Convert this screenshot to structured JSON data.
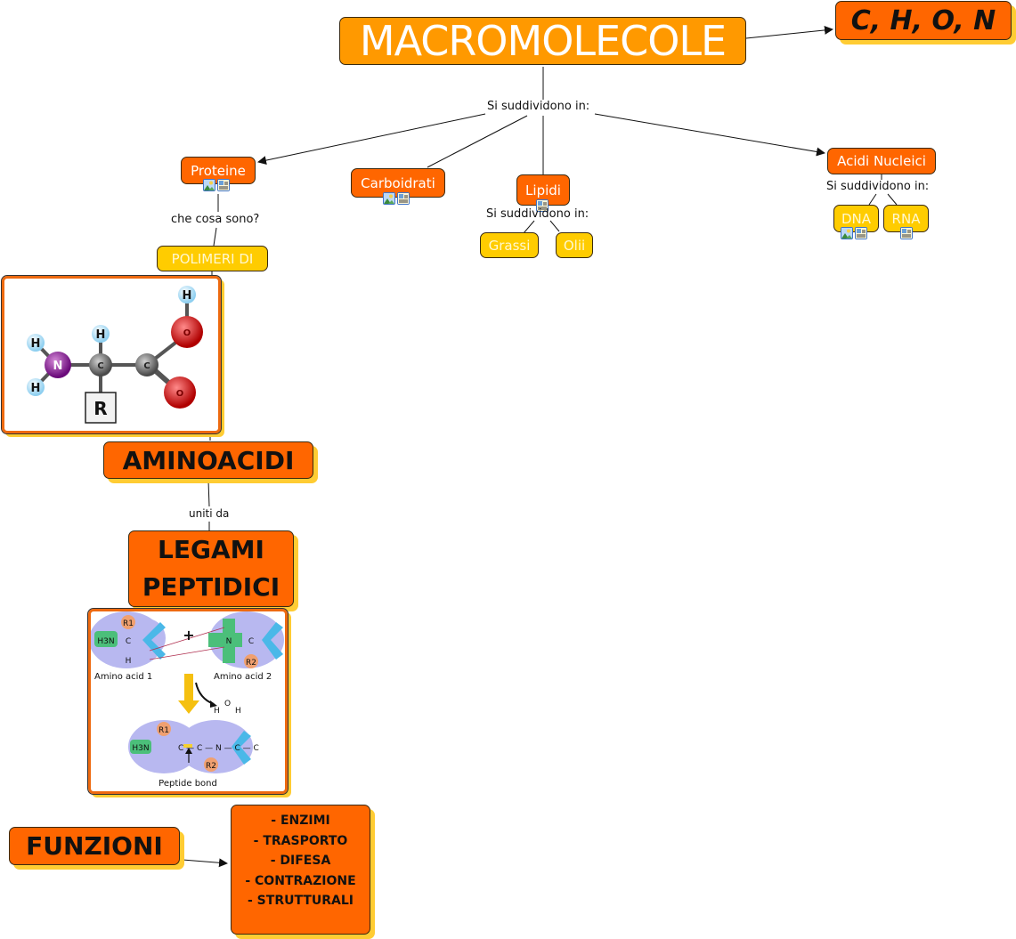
{
  "map": {
    "root": "MACROMOLECOLE",
    "elements": "C, H, O, N",
    "link_si_suddividono": "Si suddividono in:",
    "categories": {
      "proteine": "Proteine",
      "carboidrati": "Carboidrati",
      "lipidi": "Lipidi",
      "acidi_nucleici": "Acidi Nucleici"
    },
    "proteine_branch": {
      "link_che_cosa": "che cosa sono?",
      "polimeri": "POLIMERI DI",
      "aminoacidi": "AMINOACIDI",
      "link_uniti": "uniti da",
      "legami_line1": "LEGAMI",
      "legami_line2": "PEPTIDICI",
      "funzioni": "FUNZIONI",
      "funzioni_list": [
        "- ENZIMI",
        "- TRASPORTO",
        "- DIFESA",
        "- CONTRAZIONE",
        "- STRUTTURALI"
      ]
    },
    "lipidi_branch": {
      "link": "Si suddividono in:",
      "grassi": "Grassi",
      "olii": "Olii"
    },
    "acidi_branch": {
      "link": "Si suddividono in:",
      "dna": "DNA",
      "rna": "RNA"
    },
    "amino_image": {
      "atoms": {
        "h": "H",
        "n": "N",
        "c": "C",
        "o": "O",
        "r": "R"
      }
    },
    "peptide_image": {
      "plus": "+",
      "aa1": "Amino acid 1",
      "aa2": "Amino acid 2",
      "bond": "Peptide bond",
      "r1": "R1",
      "r2": "R2",
      "h3n": "H3N",
      "water_h": "H",
      "water_o": "O"
    }
  },
  "colors": {
    "node_orange": "#ff6600",
    "root_amber": "#ff9900",
    "leaf_yellow": "#ffcc00",
    "shadow_yellow": "#ffcc33"
  }
}
